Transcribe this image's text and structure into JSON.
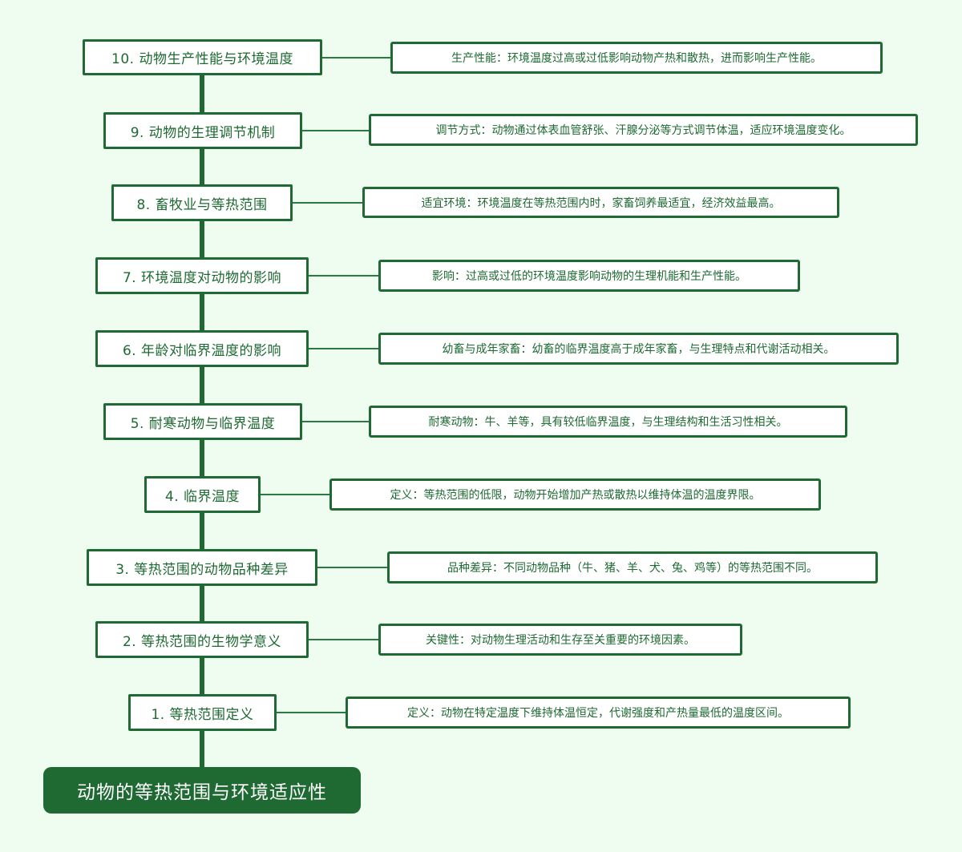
{
  "diagram": {
    "root": {
      "label": "动物的等热范围与环境适应性"
    },
    "colors": {
      "background": "#effdf0",
      "accent": "#1e6a32",
      "node_fill": "#ffffff"
    },
    "topics": [
      {
        "id": 10,
        "label": "10. 动物生产性能与环境温度",
        "detail": "生产性能：环境温度过高或过低影响动物产热和散热，进而影响生产性能。"
      },
      {
        "id": 9,
        "label": "9. 动物的生理调节机制",
        "detail": "调节方式：动物通过体表血管舒张、汗腺分泌等方式调节体温，适应环境温度变化。"
      },
      {
        "id": 8,
        "label": "8. 畜牧业与等热范围",
        "detail": "适宜环境：环境温度在等热范围内时，家畜饲养最适宜，经济效益最高。"
      },
      {
        "id": 7,
        "label": "7. 环境温度对动物的影响",
        "detail": "影响：过高或过低的环境温度影响动物的生理机能和生产性能。"
      },
      {
        "id": 6,
        "label": "6. 年龄对临界温度的影响",
        "detail": "幼畜与成年家畜：幼畜的临界温度高于成年家畜，与生理特点和代谢活动相关。"
      },
      {
        "id": 5,
        "label": "5. 耐寒动物与临界温度",
        "detail": "耐寒动物：牛、羊等，具有较低临界温度，与生理结构和生活习性相关。"
      },
      {
        "id": 4,
        "label": "4. 临界温度",
        "detail": "定义：等热范围的低限，动物开始增加产热或散热以维持体温的温度界限。"
      },
      {
        "id": 3,
        "label": "3. 等热范围的动物品种差异",
        "detail": "品种差异：不同动物品种（牛、猪、羊、犬、兔、鸡等）的等热范围不同。"
      },
      {
        "id": 2,
        "label": "2. 等热范围的生物学意义",
        "detail": "关键性：对动物生理活动和生存至关重要的环境因素。"
      },
      {
        "id": 1,
        "label": "1. 等热范围定义",
        "detail": "定义：动物在特定温度下维持体温恒定，代谢强度和产热量最低的温度区间。"
      }
    ]
  }
}
